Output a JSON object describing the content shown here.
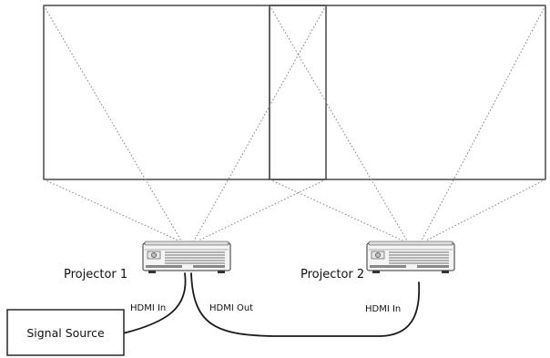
{
  "projectors": [
    {
      "label": "Projector 1"
    },
    {
      "label": "Projector 2"
    }
  ],
  "signal_source": {
    "label": "Signal Source"
  },
  "ports": {
    "p1_in": "HDMI In",
    "p1_out": "HDMI Out",
    "p2_in": "HDMI In"
  }
}
